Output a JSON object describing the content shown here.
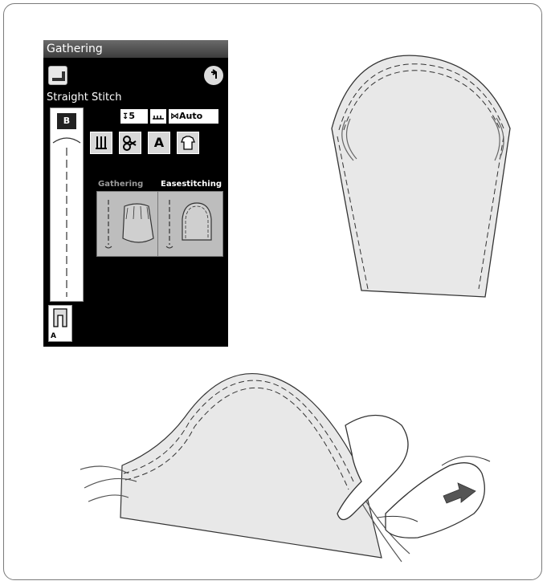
{
  "screen": {
    "title": "Gathering",
    "stitch_name": "Straight Stitch",
    "foot_height_value": "5",
    "tension_value": "Auto",
    "modes": [
      {
        "label": "Gathering",
        "active": false
      },
      {
        "label": "Easestitching",
        "active": true
      }
    ],
    "foot_letter": "A",
    "pattern_badge": "B"
  },
  "colors": {
    "lcd_bg": "#000000",
    "fabric": "#e8e8e8",
    "arrow": "#555555"
  },
  "icons": [
    "sewing-foot-icon",
    "back-arrow-icon",
    "needle-stop-icon",
    "thread-cutter-icon",
    "letter-a-icon",
    "garment-icon",
    "foot-a-icon"
  ]
}
